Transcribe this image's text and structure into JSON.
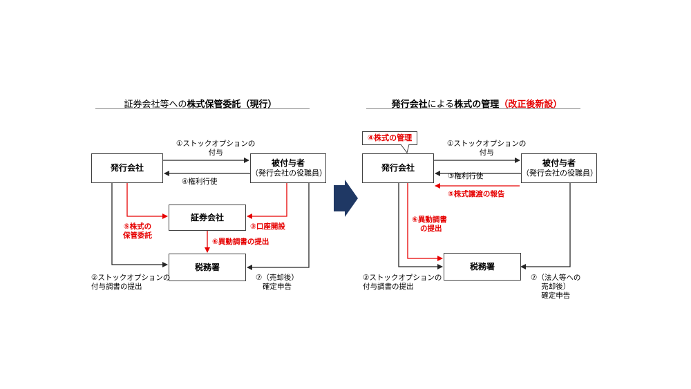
{
  "left": {
    "title_pre": "証券会社等への",
    "title_bold": "株式保管委託（現行）",
    "issuer": "発行会社",
    "grantee": "被付与者",
    "grantee_sub": "（発行会社の役職員）",
    "securities": "証券会社",
    "tax": "税務署",
    "l1a": "①ストックオプションの",
    "l1b": "付与",
    "l4": "④権利行使",
    "l5a": "⑤株式の",
    "l5b": "保管委託",
    "l3": "③口座開設",
    "l6": "⑥異動調書の提出",
    "l2a": "②ストックオプションの",
    "l2b": "付与調書の提出",
    "l7a": "⑦（売却後）",
    "l7b": "確定申告"
  },
  "right": {
    "title_bold": "発行会社",
    "title_mid": "による",
    "title_bold2": "株式の管理",
    "title_red": "（改正後新設）",
    "callout": "④株式の管理",
    "issuer": "発行会社",
    "grantee": "被付与者",
    "grantee_sub": "（発行会社の役職員）",
    "tax": "税務署",
    "l1a": "①ストックオプションの",
    "l1b": "付与",
    "l3": "③権利行使",
    "l5": "⑤株式譲渡の報告",
    "l6a": "⑥異動調書",
    "l6b": "の提出",
    "l2a": "②ストックオプションの",
    "l2b": "付与調書の提出",
    "l7a": "⑦（法人等への",
    "l7b": "売却後）",
    "l7c": "確定申告"
  },
  "colors": {
    "accent_red": "#e60000",
    "arrow_navy": "#1f3864",
    "line": "#404040"
  }
}
